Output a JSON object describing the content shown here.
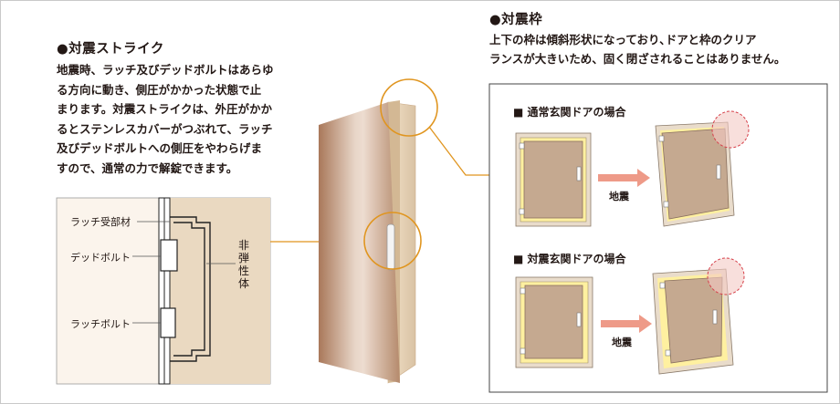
{
  "strike": {
    "title": "●対震ストライク",
    "description_lines": [
      "地震時、ラッチ及びデッドボルトはあらゆ",
      "る方向に動き、側圧がかかった状態で止",
      "まります。対震ストライクは、外圧がかか",
      "るとステンレスカバーがつぶれて、ラッチ",
      "及びデッドボルトへの側圧をやわらげま",
      "すので、通常の力で解錠できます。"
    ],
    "labels": {
      "latch_receiver": "ラッチ受部材",
      "dead_bolt": "デッドボルト",
      "latch_bolt": "ラッチボルト",
      "non_elastic": [
        "非",
        "弾",
        "性",
        "体"
      ]
    }
  },
  "frame": {
    "title": "●対震枠",
    "description_lines": [
      "上下の枠は傾斜形状になっており､ドアと枠のクリア",
      "ランスが大きいため、固く閉ざされることはありません。"
    ],
    "normal_case": "■ 通常玄関ドアの場合",
    "seismic_case": "■ 対震玄関ドアの場合",
    "arrow_label_1": "地震",
    "arrow_label_2": "地震"
  },
  "colors": {
    "accent_orange": "#e0951f",
    "door_panel": "#c5a990",
    "frame_beige": "#e9dccb",
    "highlight_yellow": "#fff0a0",
    "strike_wall": "#fbf4ec",
    "strike_block": "#ead9c1",
    "dash_red": "#d6404a",
    "arrow_pink": "#ee9a88"
  }
}
